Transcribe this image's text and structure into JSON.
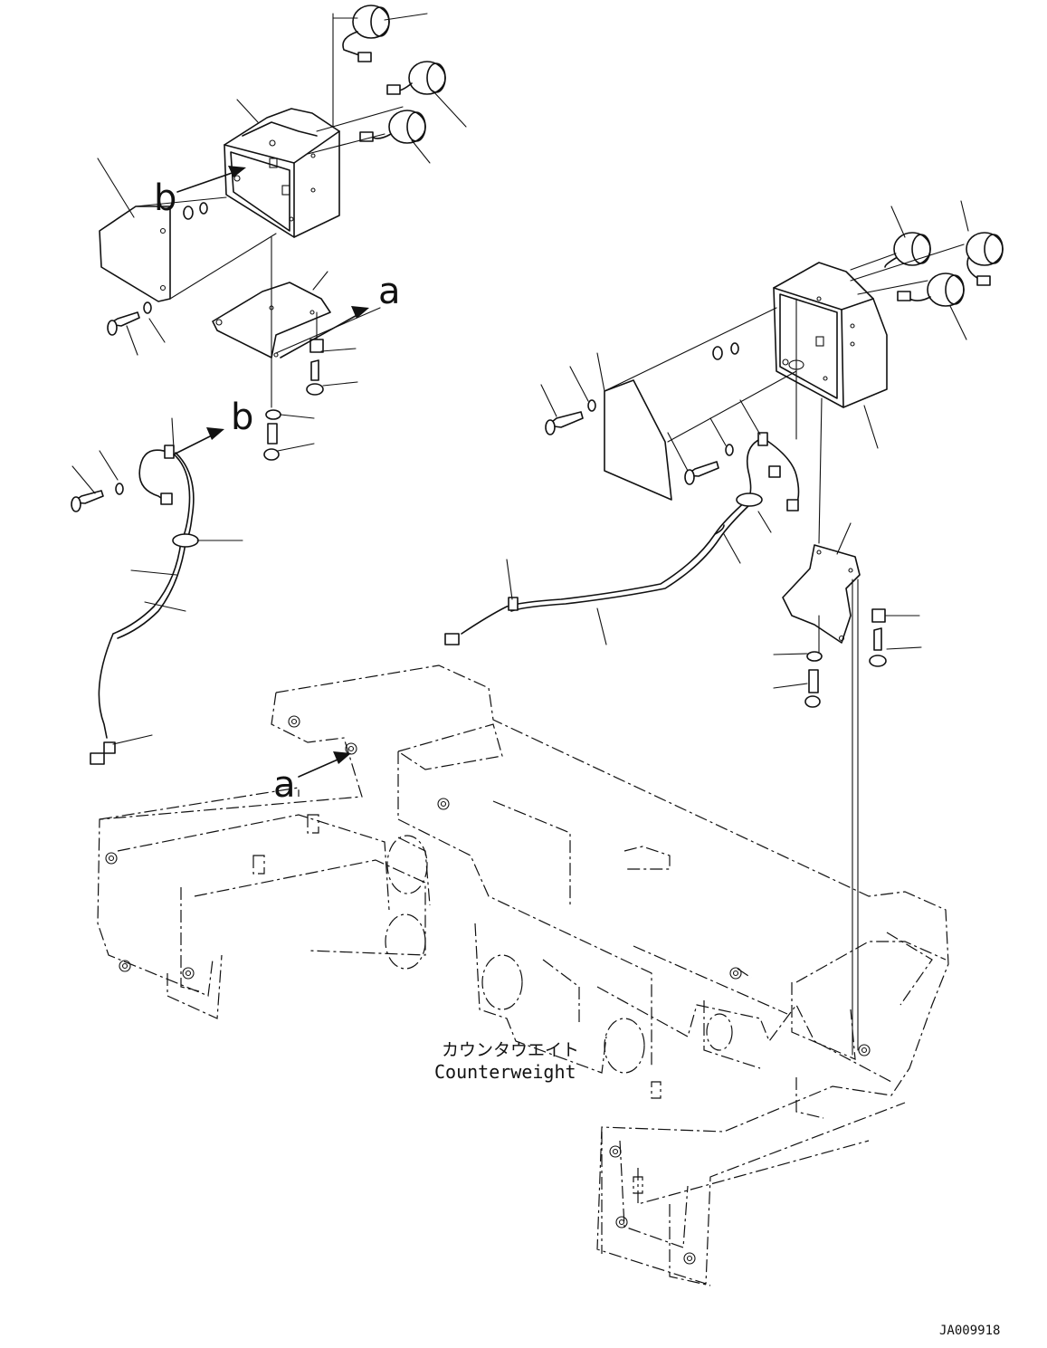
{
  "labels": {
    "view_a_top": "a",
    "view_b_top": "b",
    "view_b_mid": "b",
    "view_a_bottom": "a"
  },
  "caption": {
    "jp": "カウンタウエイト",
    "en": "Counterweight"
  },
  "drawing_id": "JA009918"
}
